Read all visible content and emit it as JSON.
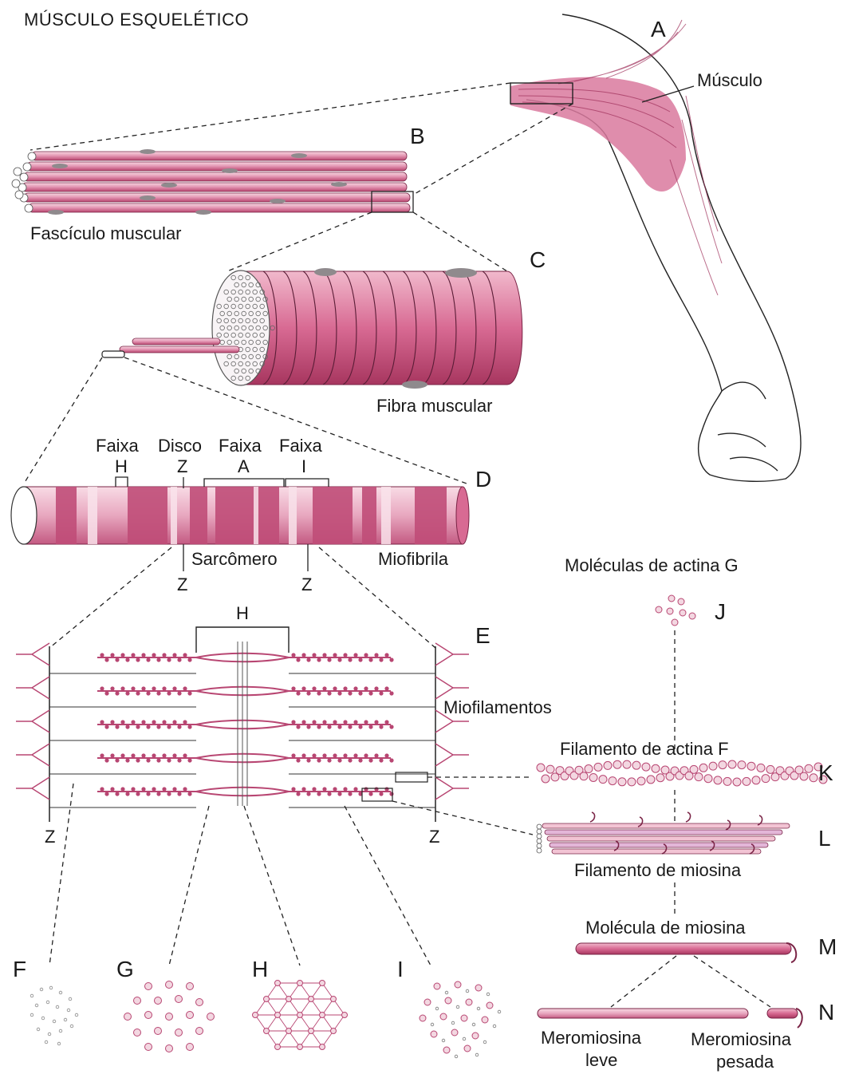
{
  "title": "MÚSCULO ESQUELÉTICO",
  "colors": {
    "muscle": "#c84f7d",
    "muscle_light": "#f2c4d4",
    "muscle_dark": "#9e2f5a",
    "filament": "#b84672",
    "ink": "#1a1a1a"
  },
  "panels": {
    "A": {
      "letter": "A",
      "label": "Músculo"
    },
    "B": {
      "letter": "B",
      "label": "Fascículo muscular"
    },
    "C": {
      "letter": "C",
      "label": "Fibra muscular"
    },
    "D": {
      "letter": "D",
      "label": "Miofibrila",
      "band_h_word": "Faixa",
      "band_h": "H",
      "disc_word": "Disco",
      "disc": "Z",
      "band_a_word": "Faixa",
      "band_a": "A",
      "band_i_word": "Faixa",
      "band_i": "I",
      "sarcomere": "Sarcômero",
      "z_left": "Z",
      "z_right": "Z"
    },
    "E": {
      "letter": "E",
      "label": "Miofilamentos",
      "h": "H",
      "z_left": "Z",
      "z_right": "Z"
    },
    "F": {
      "letter": "F"
    },
    "G": {
      "letter": "G"
    },
    "H": {
      "letter": "H"
    },
    "I": {
      "letter": "I"
    },
    "J": {
      "letter": "J",
      "label": "Moléculas de actina G"
    },
    "K": {
      "letter": "K",
      "label": "Filamento de actina F"
    },
    "L": {
      "letter": "L",
      "label": "Filamento de miosina"
    },
    "M": {
      "letter": "M",
      "label": "Molécula de miosina"
    },
    "N": {
      "letter": "N",
      "label_light_1": "Meromiosina",
      "label_light_2": "leve",
      "label_heavy_1": "Meromiosina",
      "label_heavy_2": "pesada"
    }
  }
}
